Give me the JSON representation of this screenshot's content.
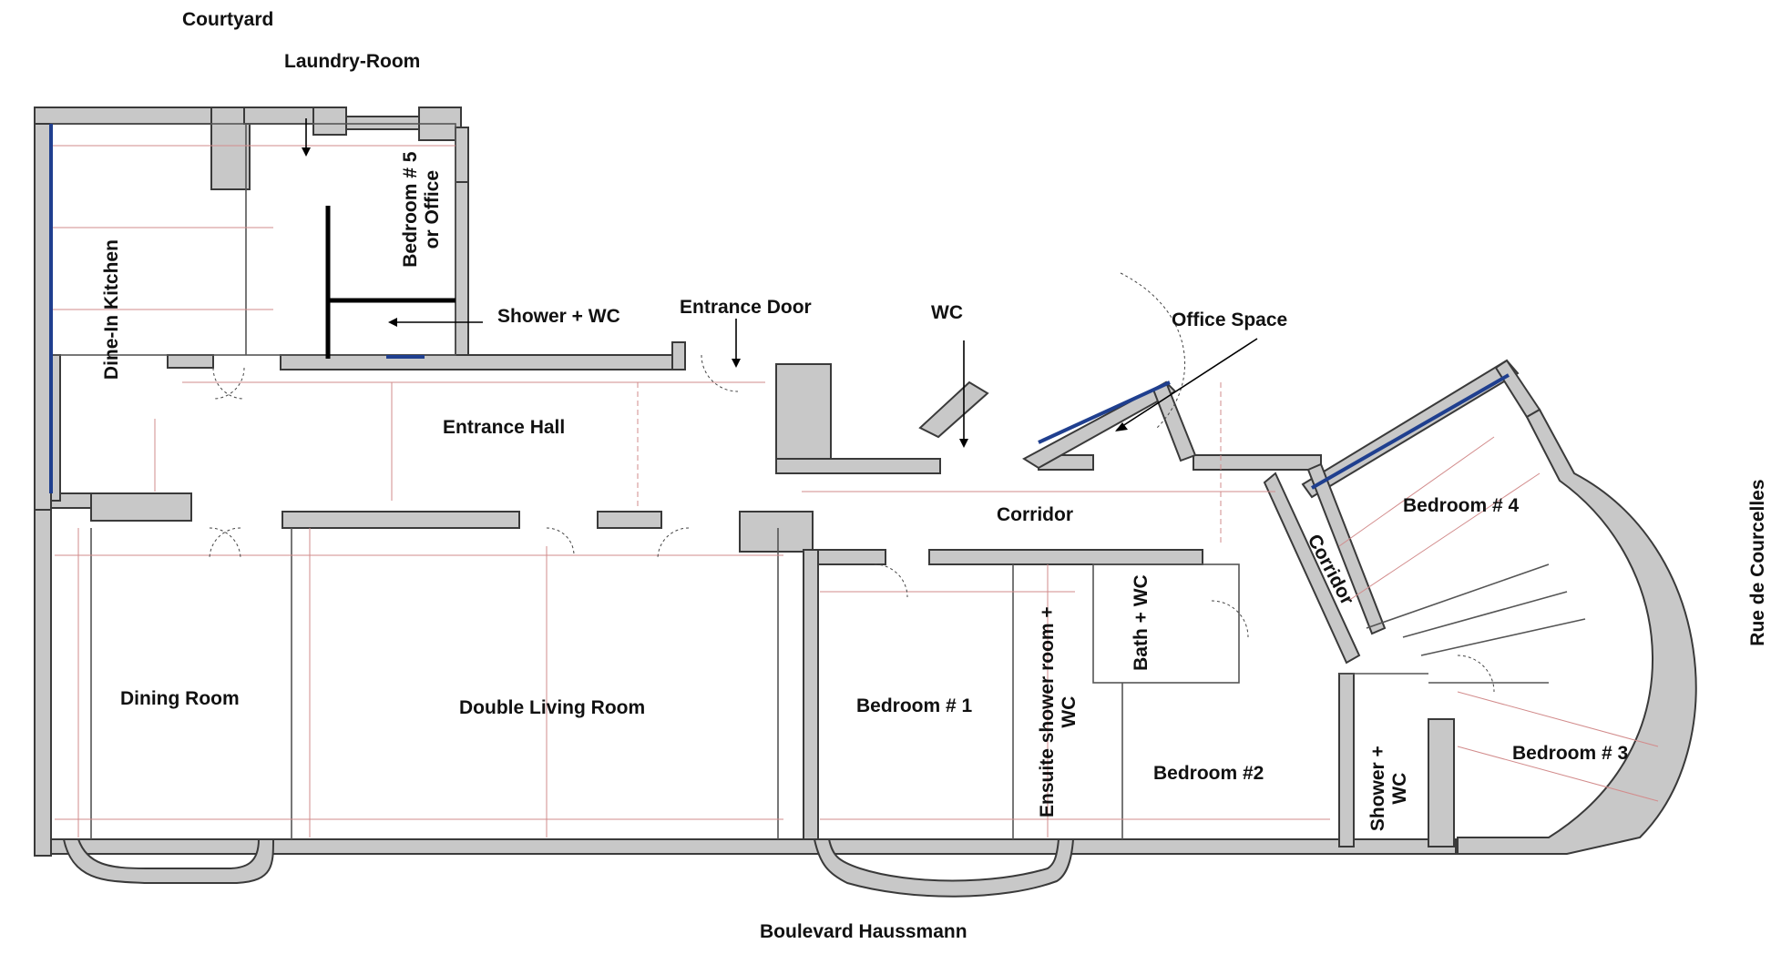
{
  "streets": {
    "courtyard": "Courtyard",
    "boulevard": "Boulevard Haussmann",
    "rue": "Rue de Courcelles"
  },
  "rooms": {
    "laundry": "Laundry-Room",
    "bedroom5": "Bedroom # 5 or Office",
    "kitchen": "Dine-In Kitchen",
    "shower_wc_top": "Shower + WC",
    "entrance_door": "Entrance Door",
    "wc": "WC",
    "office_space": "Office Space",
    "entrance_hall": "Entrance Hall",
    "corridor_main": "Corridor",
    "corridor_diag": "Corridor",
    "bedroom4": "Bedroom # 4",
    "bath_wc": "Bath + WC",
    "ensuite": "Ensuite shower room + WC",
    "dining": "Dining Room",
    "living": "Double Living  Room",
    "bedroom1": "Bedroom # 1",
    "bedroom2": "Bedroom #2",
    "shower_wc_right": "Shower + WC",
    "bedroom3": "Bedroom # 3"
  },
  "colors": {
    "wall_fill": "#c8c8c8",
    "wall_stroke": "#3a3a3a",
    "dimension_lines": "#d28b8b",
    "window_highlight": "#1f3f8f",
    "label_text": "#111111"
  }
}
